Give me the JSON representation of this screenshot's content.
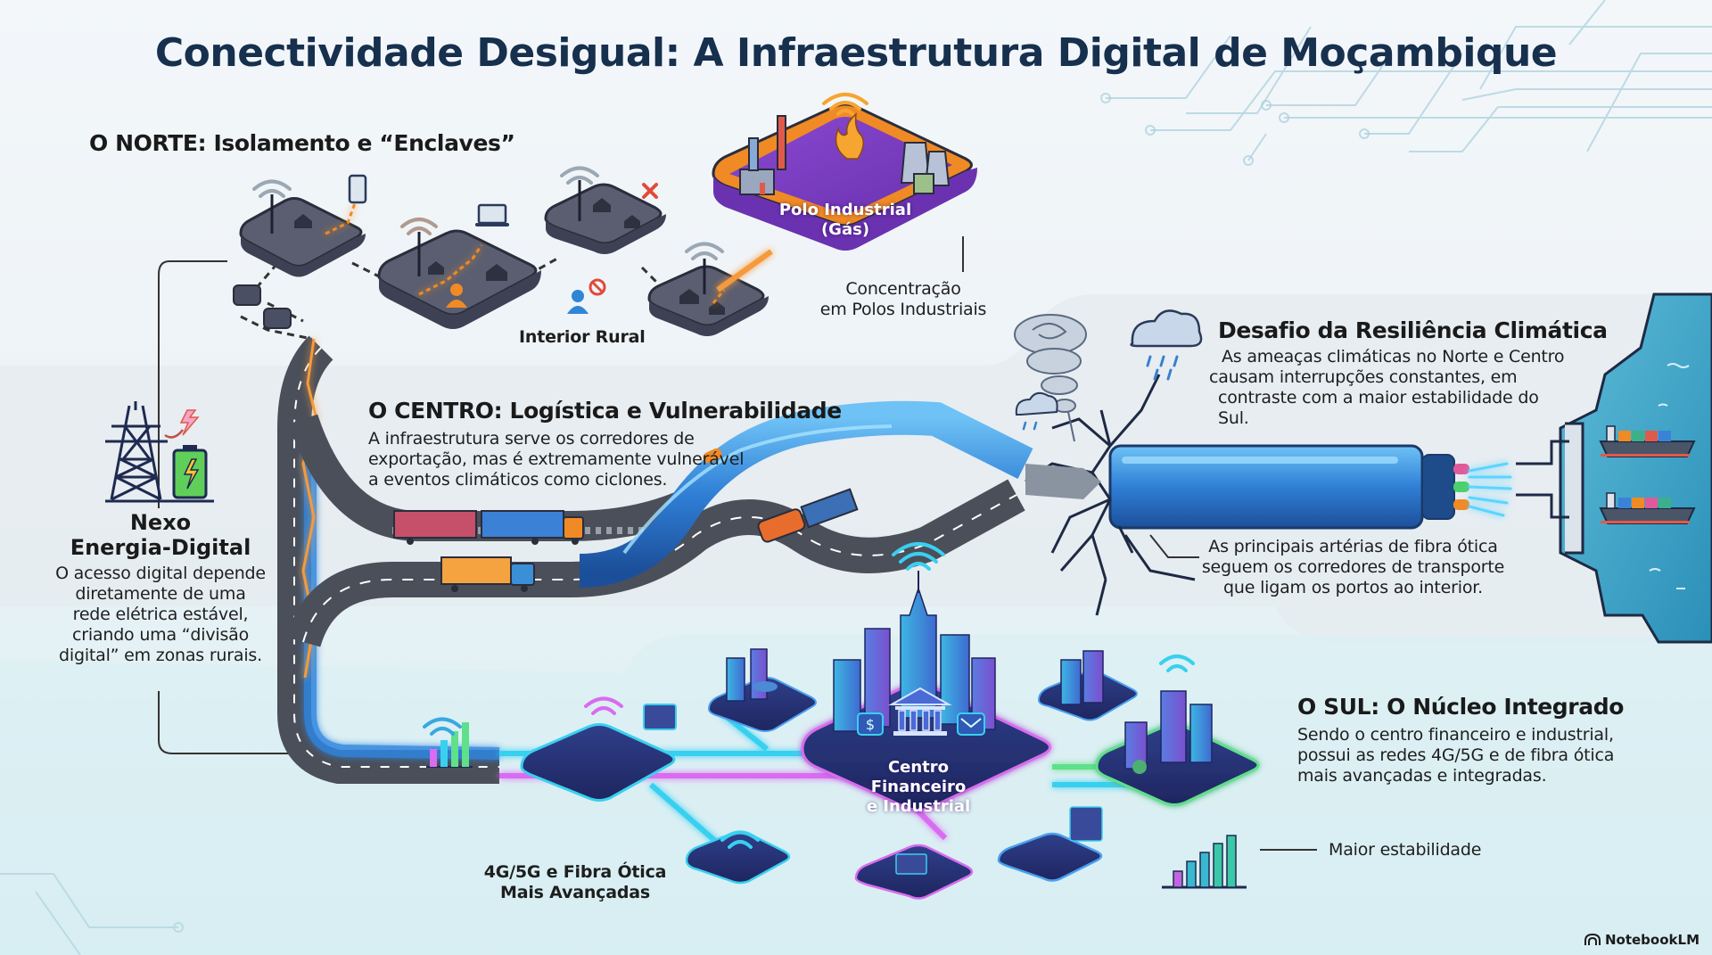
{
  "title": "Conectividade Desigual: A Infraestrutura Digital de Moçambique",
  "norte": {
    "heading": "O NORTE: Isolamento e “Enclaves”",
    "interior_label": "Interior Rural",
    "polo_label_line1": "Polo Industrial",
    "polo_label_line2": "(Gás)",
    "concentracao_line1": "Concentração",
    "concentracao_line2": "em Polos Industriais"
  },
  "centro": {
    "heading": "O CENTRO: Logística e Vulnerabilidade",
    "body_line1": "A infraestrutura serve os corredores de",
    "body_line2": "exportação, mas é extremamente vulnerável",
    "body_line3": "a eventos climáticos como ciclones."
  },
  "resiliencia": {
    "heading": "Desafio da Resiliência Climática",
    "body_line1": "As ameaças climáticas no Norte e Centro",
    "body_line2": "causam interrupções constantes, em",
    "body_line3": "contraste com a maior estabilidade do Sul."
  },
  "fibra": {
    "line1": "As principais artérias de fibra ótica",
    "line2": "seguem os corredores de transporte",
    "line3": "que ligam os portos ao interior."
  },
  "nexo": {
    "title_line1": "Nexo",
    "title_line2": "Energia-Digital",
    "body_line1": "O acesso digital depende",
    "body_line2": "diretamente de uma",
    "body_line3": "rede elétrica estável,",
    "body_line4": "criando uma “divisão",
    "body_line5": "digital” em zonas rurais."
  },
  "sul": {
    "heading": "O SUL: O Núcleo Integrado",
    "body_line1": "Sendo o centro financeiro e industrial,",
    "body_line2": "possui as redes 4G/5G e de fibra ótica",
    "body_line3": "mais avançadas e integradas.",
    "hub_line1": "Centro Financeiro",
    "hub_line2": "e Industrial",
    "net_line1": "4G/5G e Fibra Ótica",
    "net_line2": "Mais Avançadas",
    "stability_label": "Maior estabilidade"
  },
  "brand": "NotebookLM",
  "icons": [
    "wifi-icon",
    "smartphone-icon",
    "laptop-icon",
    "x-mark-icon",
    "user-icon",
    "no-entry-icon",
    "flame-icon",
    "factory-icon",
    "cooling-tower-icon",
    "transmission-tower-icon",
    "battery-icon",
    "lightning-icon",
    "tornado-icon",
    "rain-cloud-icon",
    "cargo-ship-icon",
    "fiber-cable-icon",
    "truck-icon",
    "train-icon",
    "bank-icon",
    "dollar-icon",
    "mail-icon",
    "bar-chart-icon",
    "notebooklm-logo-icon"
  ],
  "colors": {
    "title": "#16304e",
    "polo_purple": "#7b3fbf",
    "polo_orange": "#f08a24",
    "fiber_blue": "#2f7fd6",
    "ocean": "#3aa3c6",
    "node_dark": "#4a4f63",
    "neon_cyan": "#39d0f0",
    "neon_pink": "#d96cf0",
    "neon_green": "#5fe08a"
  }
}
